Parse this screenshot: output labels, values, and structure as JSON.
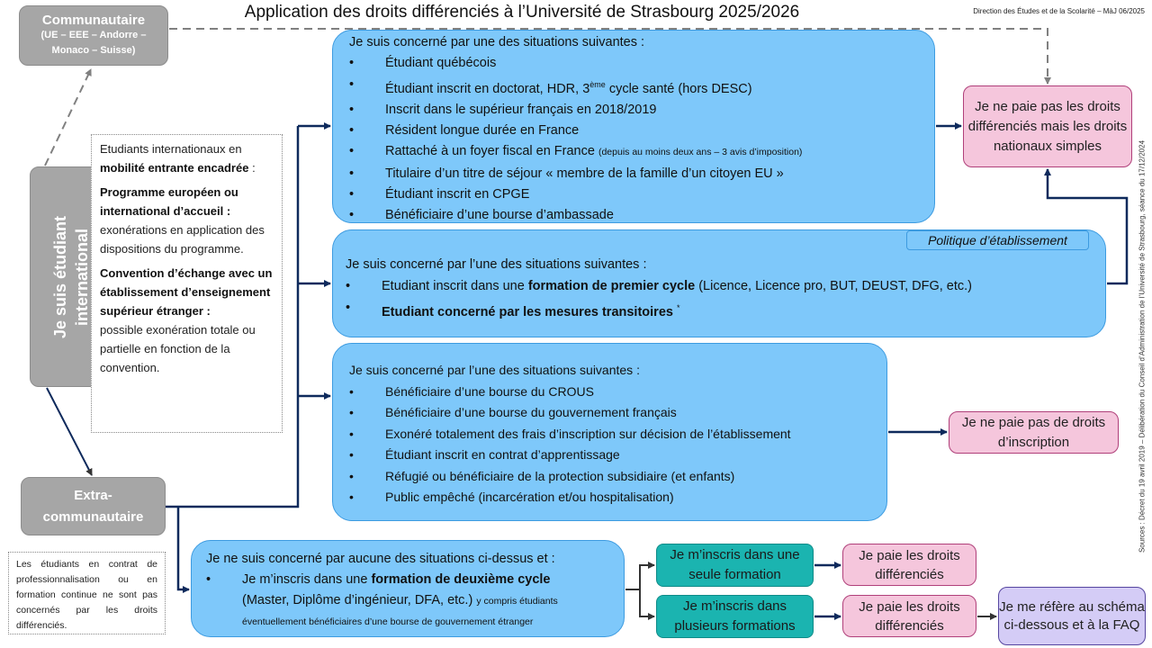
{
  "header": {
    "title": "Application des droits différenciés à l’Université de Strasbourg 2025/2026",
    "credit": "Direction des Études et de la Scolarité – MàJ 06/2025",
    "sources": "Sources : Décret du 19 avril 2019 – Délibération du Conseil d’Administration de l’Université de Strasbourg, séance du 17/12/2024"
  },
  "left": {
    "communautaire": {
      "title": "Communautaire",
      "line1": "(UE – EEE – Andorre –",
      "line2": "Monaco – Suisse)"
    },
    "international": {
      "line1": "Je suis étudiant",
      "line2": "international"
    },
    "extra": {
      "line1": "Extra-",
      "line2": "communautaire"
    }
  },
  "mobility_note": {
    "intro": "Etudiants internationaux  en ",
    "intro_bold": "mobilité entrante encadrée",
    "intro_end": " :",
    "prog_title": "Programme européen ou international d’accueil :",
    "prog_text": "exonérations en application des dispositions du programme.",
    "conv_title": "Convention d’échange avec un établissement d’enseignement supérieur étranger :",
    "conv_text": "possible exonération totale ou partielle  en fonction de la convention."
  },
  "pro_note": {
    "text": "Les étudiants en contrat de professionnalisation ou en formation continue ne sont pas concernés par les droits différenciés."
  },
  "box1": {
    "heading": "Je suis concerné par une des situations suivantes :",
    "items": [
      "Étudiant québécois",
      "Étudiant inscrit en doctorat, HDR, 3",
      "Inscrit dans le supérieur français en 2018/2019",
      "Résident longue durée en France",
      "Rattaché à un foyer fiscal en France ",
      "Titulaire d’un titre de séjour « membre de la famille d’un citoyen EU »",
      "Étudiant inscrit en CPGE",
      "Bénéficiaire d’une bourse d’ambassade"
    ],
    "item2_sup": "ème",
    "item2_end": " cycle santé (hors DESC)",
    "item5_small": "(depuis au moins deux ans – 3 avis d’imposition)"
  },
  "box2": {
    "badge": "Politique d’établissement",
    "heading": "Je suis concerné par l’une des situations suivantes :",
    "item1_pre": "Etudiant inscrit dans une ",
    "item1_bold": "formation de premier cycle",
    "item1_post": " (Licence, Licence pro, BUT, DEUST, DFG, etc.)",
    "item2_bold": "Etudiant concerné par les mesures transitoires",
    "item2_sup": "*"
  },
  "box3": {
    "heading": "Je suis concerné par l’une des situations suivantes :",
    "items": [
      "Bénéficiaire d’une bourse du CROUS",
      "Bénéficiaire d’une bourse du gouvernement français",
      "Exonéré totalement des frais d’inscription sur décision de l’établissement",
      "Étudiant inscrit en contrat d’apprentissage",
      "Réfugié ou bénéficiaire de la protection subsidiaire (et enfants)",
      "Public empêché (incarcération et/ou hospitalisation)"
    ]
  },
  "box4": {
    "heading": "Je ne suis concerné par aucune des situations ci-dessus et :",
    "item_pre": "Je m’inscris dans une ",
    "item_bold": "formation de deuxième cycle",
    "item_line2": "(Master, Diplôme d’ingénieur, DFA, etc.) ",
    "item_small": "y compris étudiants",
    "item_small2": "éventuellement bénéficiaires d’une bourse de gouvernement étranger"
  },
  "outcomes": {
    "national_fees": "Je ne paie pas les droits différenciés mais les droits nationaux simples",
    "no_fees": "Je ne paie pas de droits d’inscription",
    "single": "Je m’inscris dans une seule formation",
    "multiple": "Je m’inscris dans plusieurs formations",
    "pay_single": "Je paie les droits différenciés",
    "pay_multiple": "Je paie les droits différenciés",
    "refer": "Je me réfère au schéma ci-dessous et à la FAQ"
  },
  "bullet": "•",
  "colors": {
    "blue_box": "#7ec8fa",
    "pink_box": "#f5c6dc",
    "teal_box": "#1bb4b0",
    "lavender_box": "#d4ccf6",
    "grey_box": "#a6a6a6",
    "arrow_navy": "#0e2a5c"
  }
}
